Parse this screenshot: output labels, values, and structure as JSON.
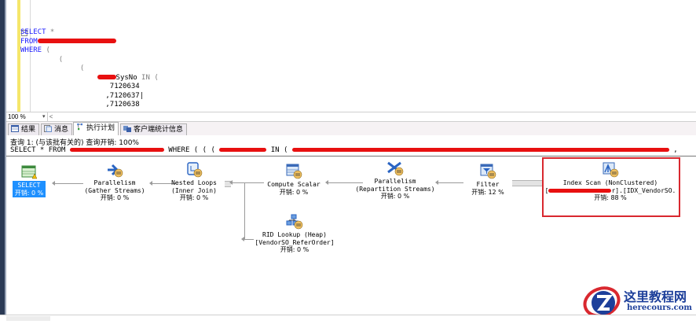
{
  "editor": {
    "lines": [
      {
        "kw": "SELECT",
        "rest": " *"
      },
      {
        "kw": "FROM",
        "rest": ""
      },
      {
        "kw": "WHERE",
        "rest": " ("
      },
      {
        "kw": "",
        "rest": "("
      },
      {
        "kw": "",
        "rest": "("
      },
      {
        "kw": "",
        "rest": "SysNo IN ("
      },
      {
        "kw": "",
        "rest": "7120634"
      },
      {
        "kw": "",
        "rest": ",7120637"
      },
      {
        "kw": "",
        "rest": ",7120638"
      }
    ],
    "line_select": "SELECT",
    "line_select_rest": " *",
    "line_from": "FROM",
    "line_where": "WHERE",
    "line_where_rest": " (",
    "paren1": "(",
    "paren2": "(",
    "sysno": "SysNo",
    "in_kw": " IN (",
    "v1": "7120634",
    "v2": ",7120637",
    "v3": ",7120638"
  },
  "zoom": {
    "level": "100 %",
    "arrow": "▾",
    "scroll_left": "<"
  },
  "tabs": [
    {
      "label": "结果",
      "icon": "grid-icon"
    },
    {
      "label": "消息",
      "icon": "message-icon"
    },
    {
      "label": "执行计划",
      "icon": "execution-plan-icon",
      "active": true
    },
    {
      "label": "客户端统计信息",
      "icon": "client-stats-icon"
    }
  ],
  "plan": {
    "header_line1": "查询 1: (与该批有关的) 查询开销: 100%",
    "header_line2_a": "SELECT * FROM ",
    "header_line2_b": " WHERE ( ( ( ",
    "header_line2_c": " IN ( ",
    "header_line2_d": " ,",
    "nodes": {
      "select": {
        "line1": "SELECT",
        "cost": "开销: 0 %"
      },
      "gather": {
        "line1": "Parallelism",
        "line2": "(Gather Streams)",
        "cost": "开销: 0 %"
      },
      "nested": {
        "line1": "Nested Loops",
        "line2": "(Inner Join)",
        "cost": "开销: 0 %"
      },
      "compute": {
        "line1": "Compute Scalar",
        "cost": "开销: 0 %"
      },
      "repart": {
        "line1": "Parallelism",
        "line2": "(Repartition Streams)",
        "cost": "开销: 0 %"
      },
      "filter": {
        "line1": "Filter",
        "cost": "开销: 12 %"
      },
      "indexscan": {
        "line1": "Index Scan (NonClustered)",
        "line2_tail": "r].[IDX_VendorSO.",
        "cost": "开销: 88 %"
      },
      "ridlookup": {
        "line1": "RID Lookup (Heap)",
        "line2": "[VendorSO_ReferOrder]",
        "cost": "开销: 0 %"
      }
    },
    "highlight_color": "#d9282f",
    "select_color": "#1e90ff"
  },
  "watermark": {
    "title": "这里教程网",
    "url": "herecours.com"
  }
}
